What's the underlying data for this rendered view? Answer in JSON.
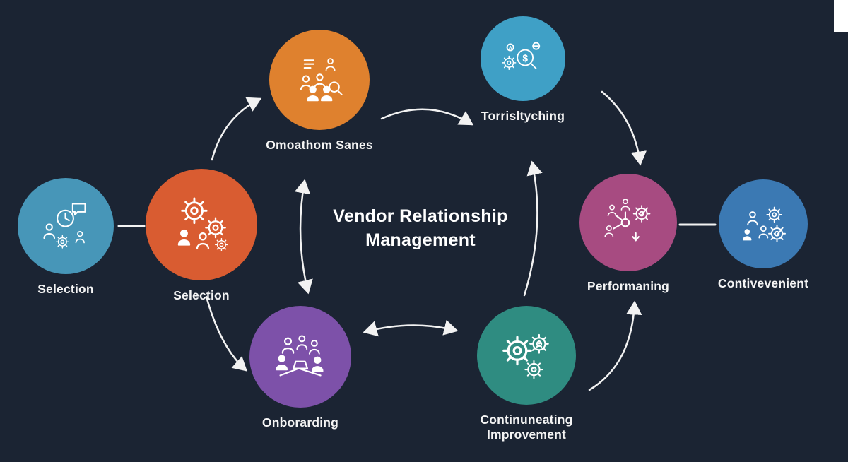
{
  "background": "#1b2433",
  "arrow_color": "#f2f2f2",
  "title": "Vendor Relationship Management",
  "nodes": [
    {
      "id": "selection-far-left",
      "label": "Selection",
      "color": "#4796b8",
      "icon": "person-clock-chat-icon"
    },
    {
      "id": "selection",
      "label": "Selection",
      "color": "#d95c31",
      "icon": "gears-people-icon"
    },
    {
      "id": "omoathom-sanes",
      "label": "Omoathom Sanes",
      "color": "#df812e",
      "icon": "team-analysis-icon"
    },
    {
      "id": "torrisltyching",
      "label": "Torrisltyching",
      "color": "#3fa0c6",
      "icon": "cost-search-icon"
    },
    {
      "id": "performaning",
      "label": "Performaning",
      "color": "#a74b81",
      "icon": "network-check-icon"
    },
    {
      "id": "contivevenient",
      "label": "Contivevenient",
      "color": "#3b79b3",
      "icon": "people-gears-icon"
    },
    {
      "id": "onborarding",
      "label": "Onborarding",
      "color": "#7d51a9",
      "icon": "meeting-table-icon"
    },
    {
      "id": "continuneating-improvement",
      "label": "Continuneating Improvement",
      "color": "#2f8c81",
      "icon": "gears-improvement-icon"
    }
  ]
}
